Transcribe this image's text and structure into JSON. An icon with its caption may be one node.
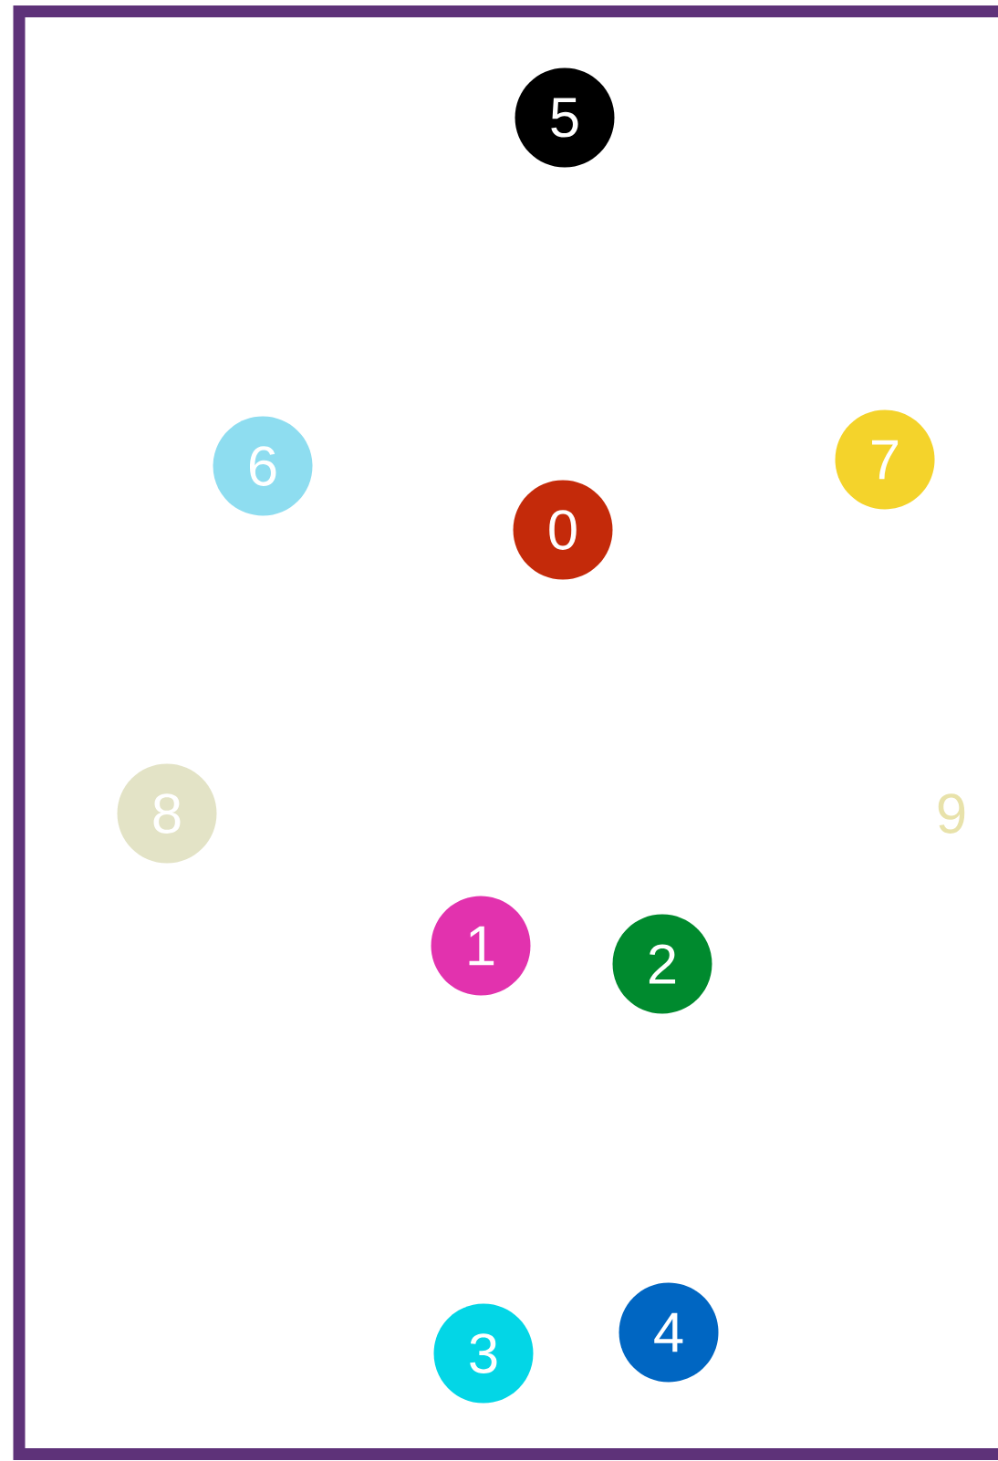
{
  "diagram": {
    "nodes": [
      {
        "text": [
          "0"
        ]
      },
      {
        "text": [
          "1"
        ]
      },
      {
        "text": [
          "2"
        ]
      },
      {
        "text": [
          "3"
        ]
      },
      {
        "text": [
          "4"
        ]
      },
      {
        "text": [
          "5"
        ]
      },
      {
        "text": [
          "6"
        ]
      },
      {
        "text": [
          "7"
        ]
      },
      {
        "text": [
          "8"
        ]
      },
      {
        "text": [
          "9"
        ]
      }
    ]
  }
}
